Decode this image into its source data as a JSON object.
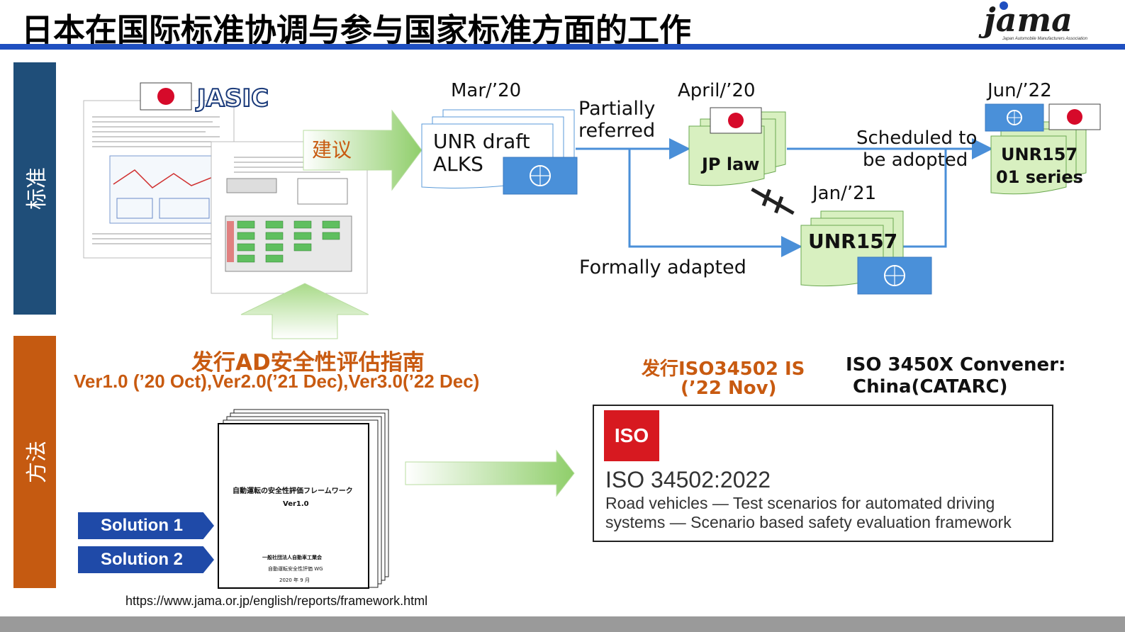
{
  "title": "日本在国际标准协调与参与国家标准方面的工作",
  "logo": {
    "text": "jama",
    "subtitle": "Japan Automobile Manufacturers Association"
  },
  "sidebar": {
    "standard_label": "标准",
    "method_label": "方法",
    "standard_color": "#1f4e79",
    "method_color": "#c55a11"
  },
  "proposal": {
    "jasic_logo": "JASIC",
    "arrow_label": "建议"
  },
  "timeline": {
    "mar20": {
      "date": "Mar/’20",
      "doc_line1": "UNR draft",
      "doc_line2": "ALKS"
    },
    "partially_referred": {
      "line1": "Partially",
      "line2": "referred"
    },
    "apr20": {
      "date": "April/’20",
      "doc": "JP law"
    },
    "scheduled": {
      "line1": "Scheduled to",
      "line2": "be adopted"
    },
    "jun22": {
      "date": "Jun/’22",
      "doc_line1": "UNR157",
      "doc_line2": "01 series"
    },
    "jan21": {
      "date": "Jan/’21",
      "doc": "UNR157"
    },
    "formally_adapted": "Formally adapted"
  },
  "guideline": {
    "title": "发行AD安全性评估指南",
    "versions": "Ver1.0 (’20 Oct),Ver2.0(’21 Dec),Ver3.0(’22 Dec)",
    "booklet_title": "自動運転の安全性評価フレームワーク",
    "booklet_ver": "Ver1.0",
    "booklet_org": "一般社団法人自動車工業会",
    "booklet_wg": "自動運転安全性評価 WG",
    "booklet_date": "2020 年 9 月"
  },
  "solutions": [
    "Solution 1",
    "Solution 2"
  ],
  "iso": {
    "issue_line1": "发行ISO34502  IS",
    "issue_line2": "(’22 Nov)",
    "convener_line1": "ISO 3450X Convener:",
    "convener_line2": "China(CATARC)",
    "logo_text": "ISO",
    "std_number": "ISO 34502:2022",
    "desc_line1": "Road vehicles — Test scenarios for automated driving",
    "desc_line2": "systems — Scenario based safety evaluation framework"
  },
  "url": "https://www.jama.or.jp/english/reports/framework.html",
  "colors": {
    "accent_blue": "#1f4fc0",
    "doc_green": "#d8f0c0",
    "un_blue": "#4a90d9",
    "line_blue": "#4a8fd8"
  }
}
